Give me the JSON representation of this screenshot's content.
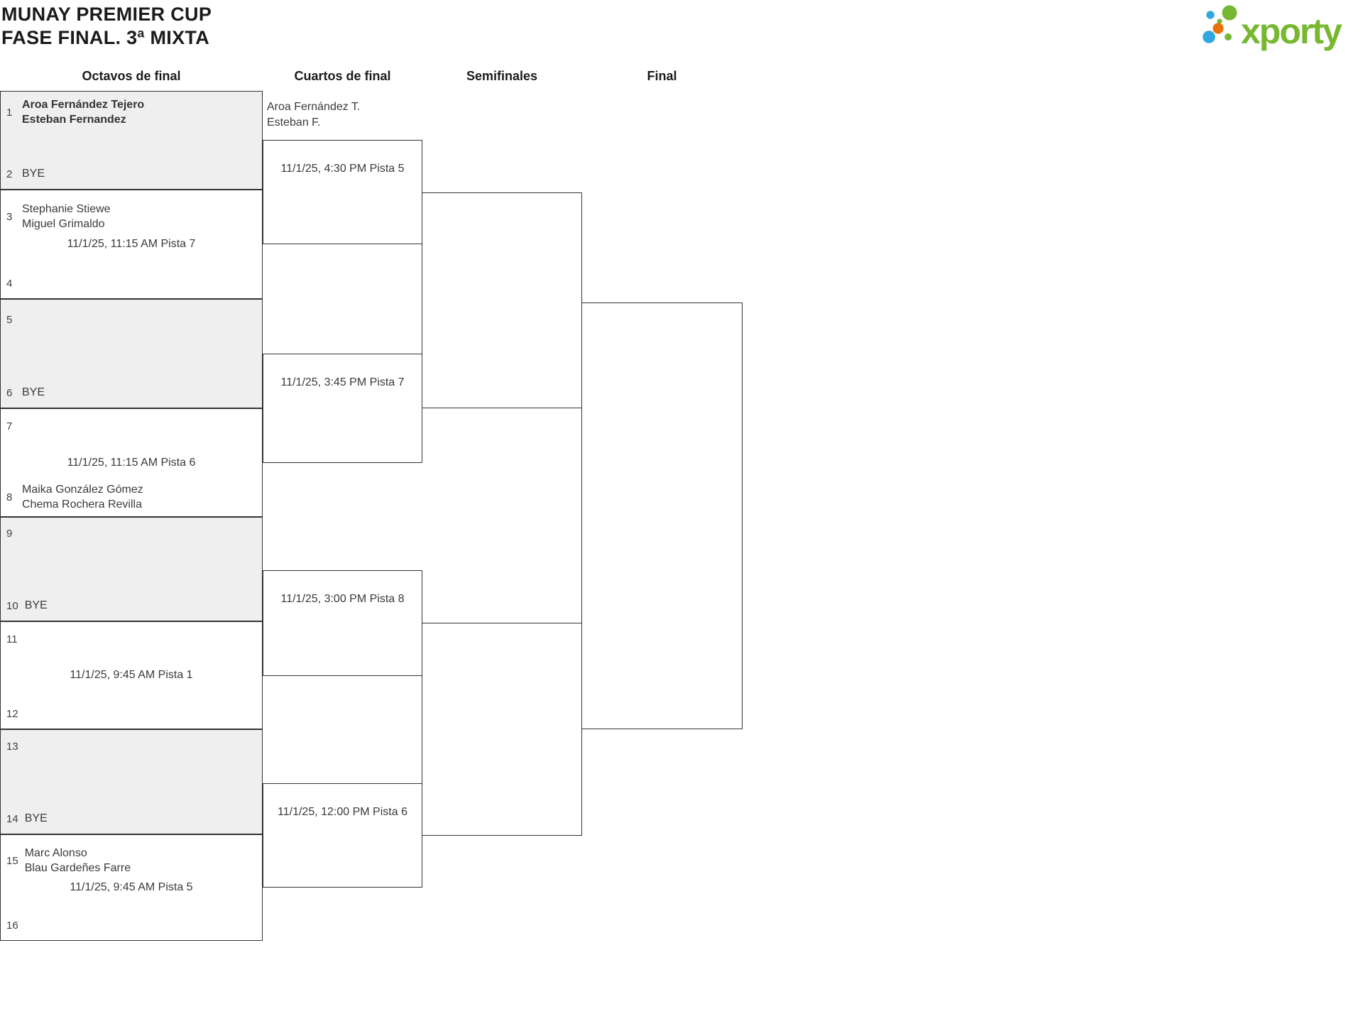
{
  "title": {
    "line1": "MUNAY PREMIER CUP",
    "line2": "FASE FINAL. 3ª MIXTA"
  },
  "logo": {
    "text": "xporty",
    "green": "#76b82f",
    "blue": "#2fa8df",
    "orange": "#e8730a"
  },
  "rounds": {
    "r16": "Octavos de final",
    "qf": "Cuartos de final",
    "sf": "Semifinales",
    "final": "Final"
  },
  "octavos": [
    {
      "seed_top": "1",
      "team_top1": "Aroa Fernández Tejero",
      "team_top2": "Esteban Fernandez",
      "seed_bottom": "2",
      "bye": "BYE"
    },
    {
      "seed_top": "3",
      "team_top1": "Stephanie Stiewe",
      "team_top2": "Miguel Grimaldo",
      "seed_bottom": "4",
      "date": "11/1/25, 11:15 AM Pista 7"
    },
    {
      "seed_top": "5",
      "seed_bottom": "6",
      "bye": "BYE"
    },
    {
      "seed_top": "7",
      "seed_bottom": "8",
      "team_bottom1": "Maika González Gómez",
      "team_bottom2": "Chema Rochera Revilla",
      "date": "11/1/25, 11:15 AM Pista 6"
    },
    {
      "seed_top": "9",
      "seed_bottom": "10",
      "bye": "BYE"
    },
    {
      "seed_top": "11",
      "seed_bottom": "12",
      "date": "11/1/25, 9:45 AM Pista 1"
    },
    {
      "seed_top": "13",
      "seed_bottom": "14",
      "bye": "BYE"
    },
    {
      "seed_top": "15",
      "team_top1": "Marc Alonso",
      "team_top2": "Blau Gardeñes Farre",
      "seed_bottom": "16",
      "date": "11/1/25, 9:45 AM Pista 5"
    }
  ],
  "cuartos": [
    {
      "winner1": "Aroa Fernández T.",
      "winner2": "Esteban F.",
      "date": "11/1/25, 4:30 PM Pista 5"
    },
    {
      "date": "11/1/25, 3:45 PM Pista 7"
    },
    {
      "date": "11/1/25, 3:00 PM Pista 8"
    },
    {
      "date": "11/1/25, 12:00 PM Pista 6"
    }
  ],
  "colors": {
    "bye_box": "#efefef",
    "line": "#333333",
    "text": "#3a3a3a"
  }
}
